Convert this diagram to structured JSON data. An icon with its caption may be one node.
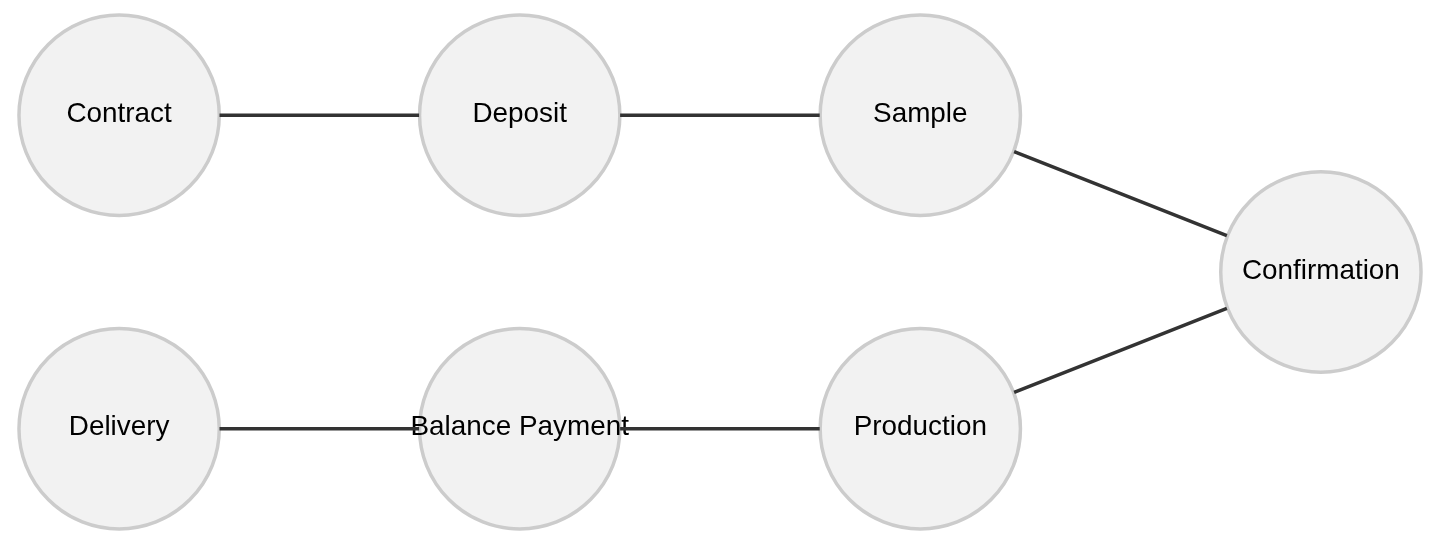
{
  "diagram": {
    "nodes": [
      {
        "text": [
          "Contract"
        ]
      },
      {
        "text": [
          "Deposit"
        ]
      },
      {
        "text": [
          "Sample"
        ]
      },
      {
        "text": [
          "Confirmation"
        ]
      },
      {
        "text": [
          "Production"
        ]
      },
      {
        "text": [
          "Balance Payment"
        ]
      },
      {
        "text": [
          "Delivery"
        ]
      }
    ],
    "edges": [
      {
        "from": 0,
        "to": 1,
        "arrow": "none"
      },
      {
        "from": 1,
        "to": 2,
        "arrow": "none"
      },
      {
        "from": 2,
        "to": 3,
        "arrow": "none"
      },
      {
        "from": 3,
        "to": 4,
        "arrow": "none"
      },
      {
        "from": 4,
        "to": 5,
        "arrow": "none"
      },
      {
        "from": 5,
        "to": 6,
        "arrow": "none"
      }
    ]
  }
}
